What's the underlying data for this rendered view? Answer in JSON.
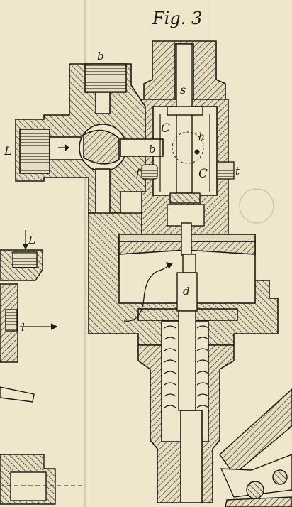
{
  "figure": {
    "title": "Fig. 3",
    "labels": {
      "b_top": "b",
      "b_mid": "b",
      "L_inlet": "L",
      "s": "s",
      "C_left": "C",
      "C_right": "C",
      "h": "h",
      "f": "f",
      "t": "t",
      "d": "d",
      "L_left_fig": "L",
      "l_left_fig": "l"
    }
  },
  "colors": {
    "paper": "#efe6cc",
    "ink": "#1c1a16",
    "metal_fill": "#d9ceb0"
  }
}
